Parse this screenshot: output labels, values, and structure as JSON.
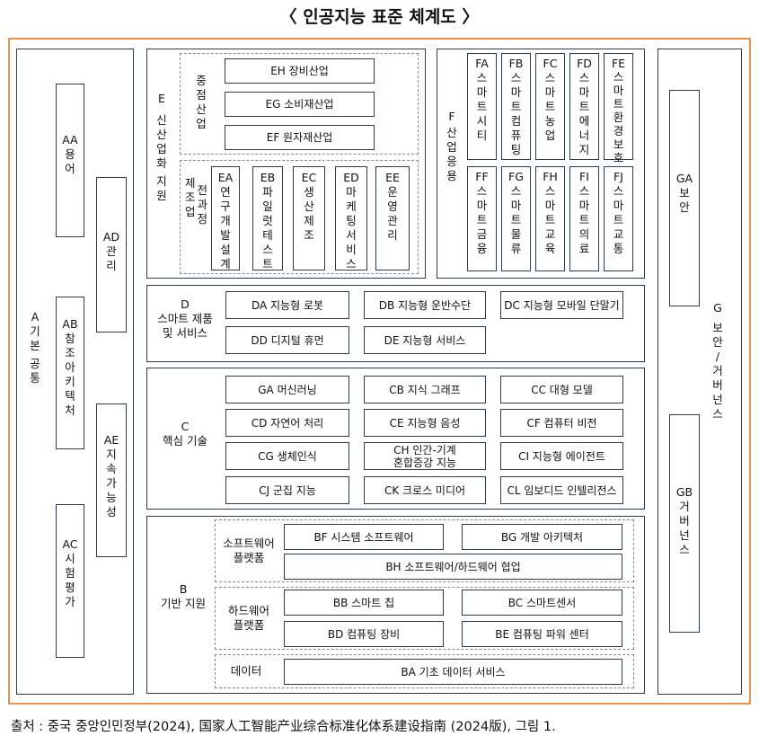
{
  "title": "〈 인공지능 표준 체계도 〉",
  "footer": "출처 : 중국 중앙인민정부(2024), 国家人工智能产业综合标准化体系建设指南 (2024版), 그림 1.",
  "A": {
    "code": "A",
    "name": "기본 공통",
    "AA": {
      "code": "AA",
      "name": "용어"
    },
    "AB": {
      "code": "AB",
      "name": "참조아키텍처"
    },
    "AC": {
      "code": "AC",
      "name": "시험평가"
    },
    "AD": {
      "code": "AD",
      "name": "관리"
    },
    "AE": {
      "code": "AE",
      "name": "지속가능성"
    }
  },
  "E": {
    "code": "E",
    "name": "신산업화 지원",
    "group1": "중점산업",
    "group2": "제조업 전과정",
    "EH": "EH 장비산업",
    "EG": "EG 소비재산업",
    "EF": "EF 원자재산업",
    "EA": {
      "code": "EA",
      "name": "연구개발설계"
    },
    "EB": {
      "code": "EB",
      "name": "파일럿테스트"
    },
    "EC": {
      "code": "EC",
      "name": "생산제조"
    },
    "ED": {
      "code": "ED",
      "name": "마케팅서비스"
    },
    "EE": {
      "code": "EE",
      "name": "운영관리"
    }
  },
  "F": {
    "code": "F",
    "name": "산업응용",
    "FA": {
      "code": "FA",
      "name": "스마트시티"
    },
    "FB": {
      "code": "FB",
      "name": "스마트컴퓨팅"
    },
    "FC": {
      "code": "FC",
      "name": "스마트농업"
    },
    "FD": {
      "code": "FD",
      "name": "스마트에너지"
    },
    "FE": {
      "code": "FE",
      "name": "스마트환경보호"
    },
    "FF": {
      "code": "FF",
      "name": "스마트금융"
    },
    "FG": {
      "code": "FG",
      "name": "스마트물류"
    },
    "FH": {
      "code": "FH",
      "name": "스마트교육"
    },
    "FI": {
      "code": "FI",
      "name": "스마트의료"
    },
    "FJ": {
      "code": "FJ",
      "name": "스마트교통"
    }
  },
  "D": {
    "code": "D",
    "name1": "스마트 제품",
    "name2": "및 서비스",
    "DA": "DA 지능형 로봇",
    "DB": "DB 지능형 운반수단",
    "DC": "DC 지능형 모바일 단말기",
    "DD": "DD 디지털 휴먼",
    "DE": "DE 지능형 서비스"
  },
  "C": {
    "code": "C",
    "name": "핵심 기술",
    "GA": "GA 머신러닝",
    "CB": "CB 지식 그래프",
    "CC": "CC  대형 모델",
    "CD": "CD 자연어 처리",
    "CE": "CE 지능형 음성",
    "CF": "CF 컴퓨터 비전",
    "CG": "CG 생체인식",
    "CH1": "CH 인간-기계",
    "CH2": "혼합증강 지능",
    "CI": "CI 지능형 에이전트",
    "CJ": "CJ 군집 지능",
    "CK": "CK 크로스 미디어",
    "CL": "CL 임보디드 인텔리전스"
  },
  "B": {
    "code": "B",
    "name": "기반 지원",
    "sw1": "소프트웨어",
    "sw2": "플랫폼",
    "hw1": "하드웨어",
    "hw2": "플랫폼",
    "data": "데이터",
    "BF": "BF 시스템 소프트웨어",
    "BG": "BG 개발 아키텍처",
    "BH": "BH 소프트웨어/하드웨어 협업",
    "BB": "BB 스마트 칩",
    "BC": "BC 스마트센서",
    "BD": "BD 컴퓨팅 장비",
    "BE": "BE  컴퓨팅 파워 센터",
    "BA": "BA 기초 데이터 서비스"
  },
  "G": {
    "code": "G",
    "name": "보안/거버넌스",
    "GA": {
      "code": "GA",
      "name": "보안"
    },
    "GB": {
      "code": "GB",
      "name": "거버넌스"
    }
  }
}
